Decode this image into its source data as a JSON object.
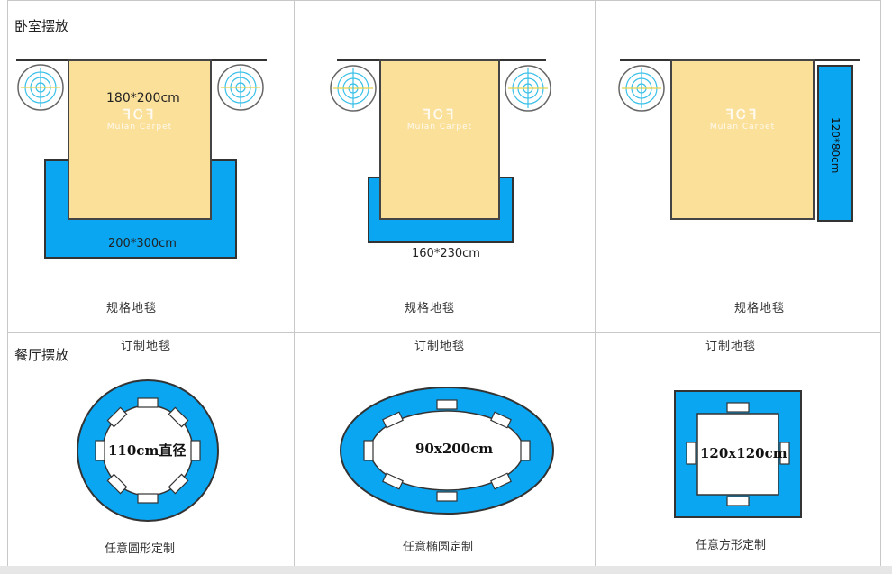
{
  "sections": {
    "bedroom": "卧室摆放",
    "dining": "餐厅摆放"
  },
  "bedroom_panels": [
    {
      "rug_size": "200*300cm",
      "bed_size": "180*200cm",
      "caption": "规格地毯"
    },
    {
      "rug_size": "160*230cm",
      "caption": "规格地毯"
    },
    {
      "rug_size": "120*80cm",
      "caption": "规格地毯"
    }
  ],
  "dining_panels": [
    {
      "heading": "订制地毯",
      "size": "110cm直径",
      "caption": "任意圆形定制"
    },
    {
      "heading": "订制地毯",
      "size": "90x200cm",
      "caption": "任意椭圆定制"
    },
    {
      "heading": "订制地毯",
      "size": "120x120cm",
      "caption": "任意方形定制"
    }
  ],
  "watermark": {
    "logo": "ꟻᏟꟻ",
    "sub": "Mulan Carpet"
  },
  "colors": {
    "rug": "#0aa6f2",
    "bed": "#fbe09a",
    "outline": "#333333"
  }
}
